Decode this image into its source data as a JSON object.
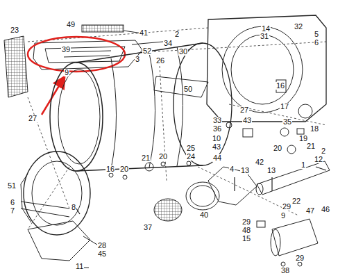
{
  "diagram": {
    "labels": [
      "49",
      "41",
      "2",
      "14",
      "31",
      "32",
      "23",
      "39",
      "52",
      "34",
      "30",
      "5",
      "6",
      "3",
      "9",
      "26",
      "50",
      "27",
      "16",
      "17",
      "27",
      "33",
      "36",
      "43",
      "35",
      "18",
      "19",
      "21",
      "10",
      "43",
      "20",
      "25",
      "24",
      "12",
      "2",
      "1",
      "44",
      "4",
      "13",
      "42",
      "13",
      "16",
      "20",
      "21",
      "20",
      "51",
      "22",
      "29",
      "47",
      "46",
      "9",
      "29",
      "48",
      "15",
      "38",
      "29",
      "40",
      "37",
      "8",
      "6",
      "7",
      "28",
      "45",
      "11"
    ]
  }
}
